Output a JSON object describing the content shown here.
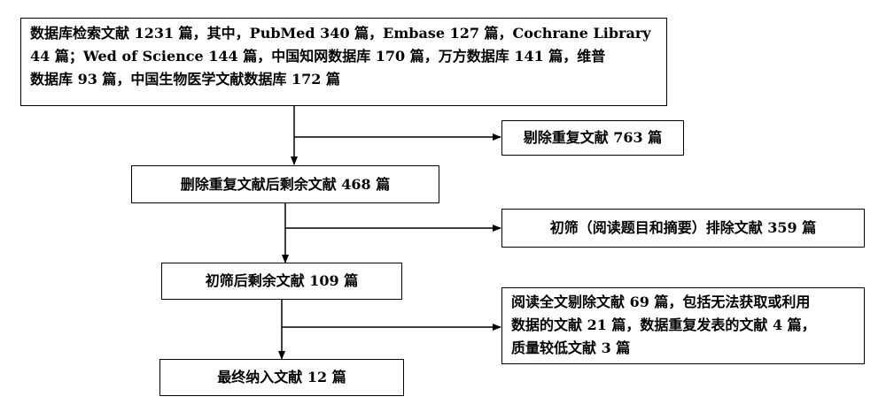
{
  "flow": {
    "search": {
      "lines": [
        "数据库检索文献 1231 篇，其中，PubMed 340 篇，Embase 127 篇，Cochrane Library",
        "44 篇；Wed of Science 144 篇，中国知网数据库 170 篇，万方数据库 141 篇，维普",
        "数据库 93 篇，中国生物医学文献数据库 172 篇"
      ]
    },
    "dedup_excluded": "剔除重复文献 763 篇",
    "after_dedup": "删除重复文献后剩余文献 468 篇",
    "screen_excluded": "初筛（阅读题目和摘要）排除文献 359 篇",
    "after_screen": "初筛后剩余文献 109 篇",
    "fulltext_excluded": {
      "lines": [
        "阅读全文剔除文献 69 篇，包括无法获取或利用",
        "数据的文献 21 篇，数据重复发表的文献 4 篇，",
        "质量较低文献 3 篇"
      ]
    },
    "included": "最终纳入文献 12 篇"
  },
  "colors": {
    "line": "#000000",
    "background": "#ffffff"
  }
}
